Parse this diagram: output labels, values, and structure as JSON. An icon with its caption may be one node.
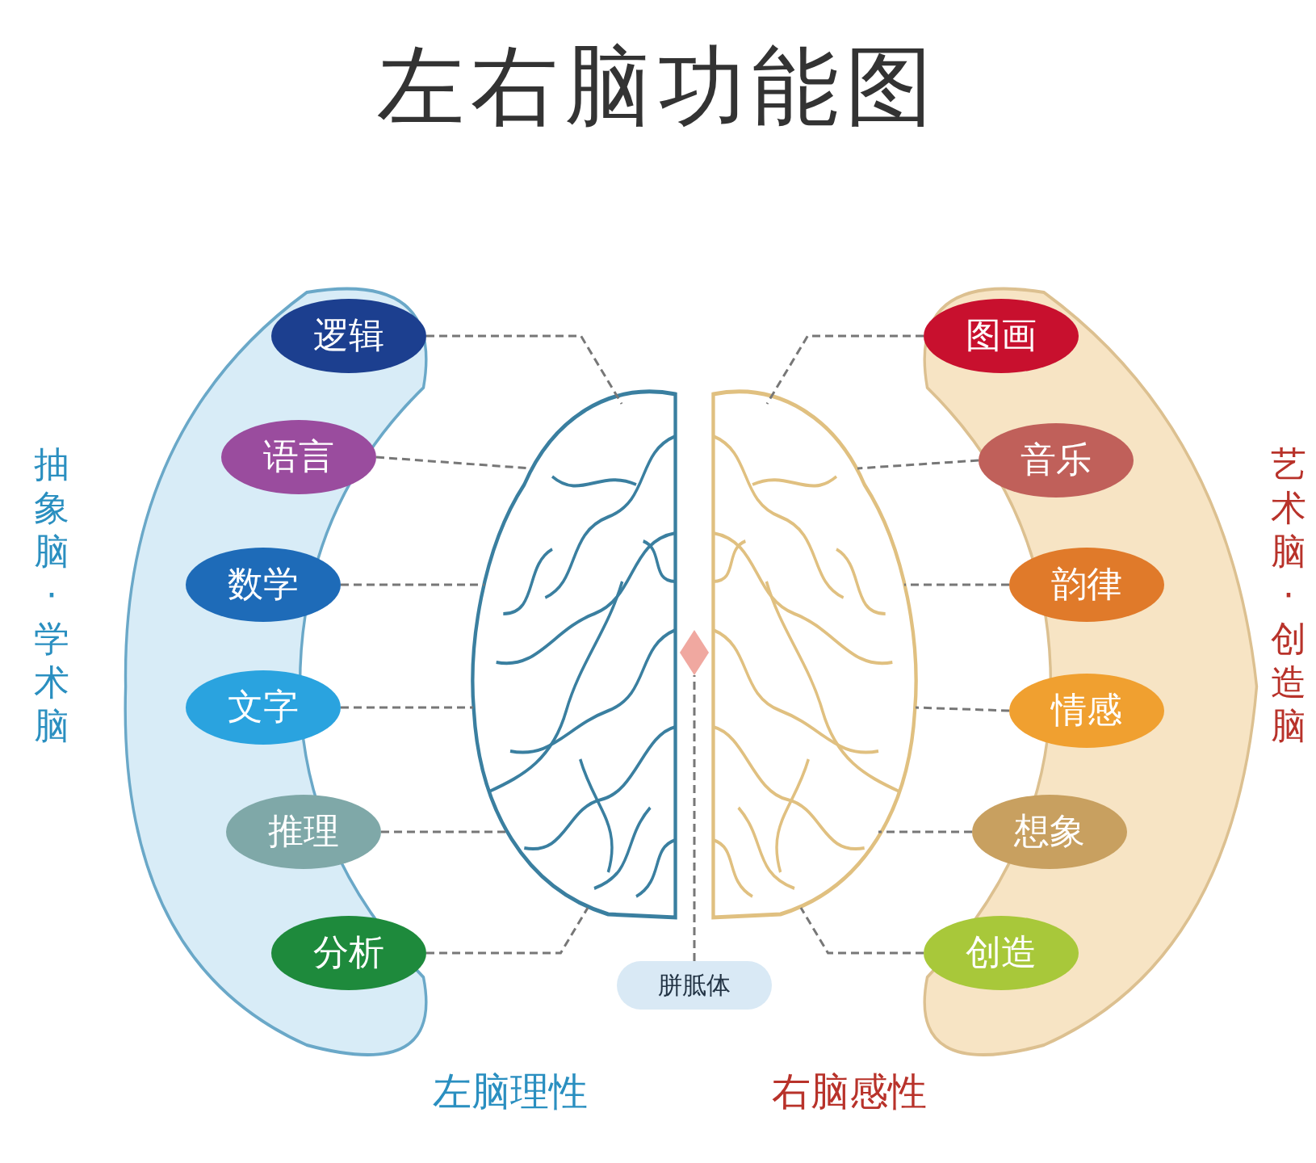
{
  "diagram": {
    "title": "左右脑功能图",
    "nodes": [
      {
        "text": [
          "抽象脑 · 学术脑"
        ]
      },
      {
        "text": [
          "逻辑"
        ],
        "in": 0
      },
      {
        "text": [
          "语言"
        ],
        "in": 0
      },
      {
        "text": [
          "数学"
        ],
        "in": 0
      },
      {
        "text": [
          "文字"
        ],
        "in": 0
      },
      {
        "text": [
          "推理"
        ],
        "in": 0
      },
      {
        "text": [
          "分析"
        ],
        "in": 0
      },
      {
        "text": [],
        "shape": "picture"
      },
      {
        "text": [],
        "shape": "picture"
      },
      {
        "text": [],
        "shape": "picture"
      },
      {
        "text": [
          "胼胝体"
        ]
      },
      {
        "text": [
          "艺术脑 · 创造脑"
        ]
      },
      {
        "text": [
          "图画"
        ],
        "in": 11
      },
      {
        "text": [
          "音乐"
        ],
        "in": 11
      },
      {
        "text": [
          "韵律"
        ],
        "in": 11
      },
      {
        "text": [
          "情感"
        ],
        "in": 11
      },
      {
        "text": [
          "想象"
        ],
        "in": 11
      },
      {
        "text": [
          "创造"
        ],
        "in": 11
      }
    ],
    "edges": [
      {
        "from": 1,
        "to": 7,
        "arrow": "none",
        "style": "dashed"
      },
      {
        "from": 2,
        "to": 7,
        "arrow": "none",
        "style": "dashed"
      },
      {
        "from": 3,
        "to": 7,
        "arrow": "none",
        "style": "dashed"
      },
      {
        "from": 4,
        "to": 7,
        "arrow": "none",
        "style": "dashed"
      },
      {
        "from": 5,
        "to": 7,
        "arrow": "none",
        "style": "dashed"
      },
      {
        "from": 6,
        "to": 7,
        "arrow": "none",
        "style": "dashed"
      },
      {
        "from": 10,
        "to": 8,
        "arrow": "none",
        "style": "dashed"
      },
      {
        "from": 12,
        "to": 9,
        "arrow": "none",
        "style": "dashed"
      },
      {
        "from": 13,
        "to": 9,
        "arrow": "none",
        "style": "dashed"
      },
      {
        "from": 14,
        "to": 9,
        "arrow": "none",
        "style": "dashed"
      },
      {
        "from": 15,
        "to": 9,
        "arrow": "none",
        "style": "dashed"
      },
      {
        "from": 16,
        "to": 9,
        "arrow": "none",
        "style": "dashed"
      },
      {
        "from": 17,
        "to": 9,
        "arrow": "none",
        "style": "dashed"
      }
    ],
    "labels": [
      "左脑理性",
      "右脑感性"
    ]
  }
}
